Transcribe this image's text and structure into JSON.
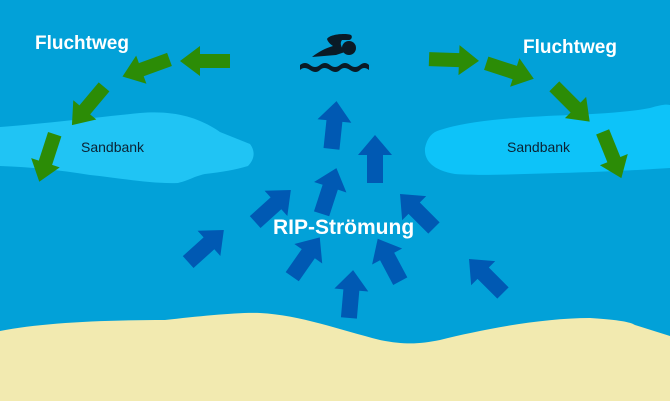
{
  "diagram": {
    "title": "RIP-Strömung Fluchtweg",
    "colors": {
      "water": "#02a1d8",
      "sandbar": "#20c4f4",
      "sandbar_right": "#0dc3f9",
      "beach": "#f2eab0",
      "escape_arrow": "#2c8c06",
      "current_arrow": "#0059b3",
      "swimmer": "#0a1a26",
      "label_light": "#ffffff",
      "label_dark": "#0b2233"
    },
    "labels": {
      "escape_left": "Fluchtweg",
      "escape_right": "Fluchtweg",
      "sandbar_left": "Sandbank",
      "sandbar_right": "Sandbank",
      "rip_current": "RIP-Strömung"
    },
    "icons": {
      "swimmer": "swimmer-icon"
    },
    "regions": [
      "water",
      "sandbar-left",
      "sandbar-right",
      "beach"
    ],
    "escape_arrows": {
      "left_count": 4,
      "right_count": 4,
      "direction_left": "away from center, toward left then down",
      "direction_right": "away from center, toward right then down"
    },
    "current_arrows": {
      "count": 10,
      "direction": "converging toward open sea (up)"
    }
  }
}
